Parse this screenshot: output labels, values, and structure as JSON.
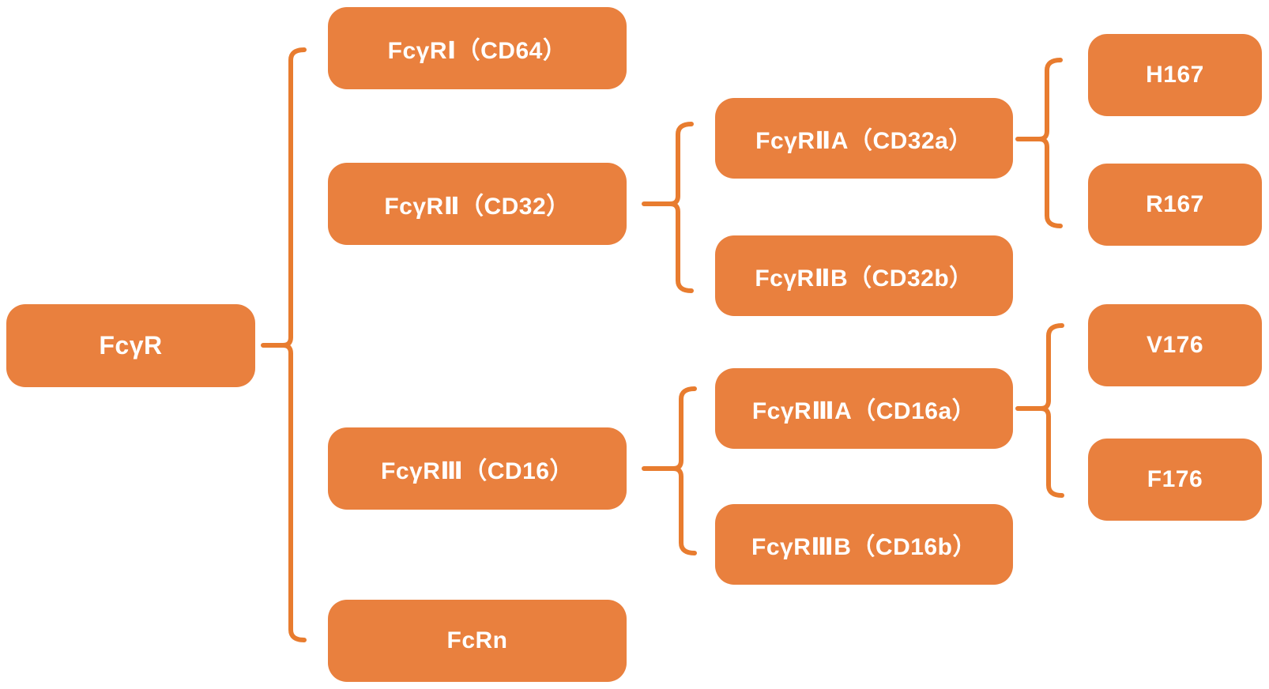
{
  "colors": {
    "background": "#FFFFFF",
    "node_fill": "#E9803E",
    "connector": "#E87C2F",
    "text": "#FFFFFF"
  },
  "tree": {
    "label": "FcγR",
    "children": [
      {
        "label": "FcγRⅠ（CD64）"
      },
      {
        "label": "FcγRⅡ（CD32）",
        "children": [
          {
            "label": "FcγRⅡA（CD32a）",
            "children": [
              {
                "label": "H167"
              },
              {
                "label": "R167"
              }
            ]
          },
          {
            "label": "FcγRⅡB（CD32b）"
          }
        ]
      },
      {
        "label": "FcγRⅢ（CD16）",
        "children": [
          {
            "label": "FcγRⅢA（CD16a）",
            "children": [
              {
                "label": "V176"
              },
              {
                "label": "F176"
              }
            ]
          },
          {
            "label": "FcγRⅢB（CD16b）"
          }
        ]
      },
      {
        "label": "FcRn"
      }
    ]
  }
}
